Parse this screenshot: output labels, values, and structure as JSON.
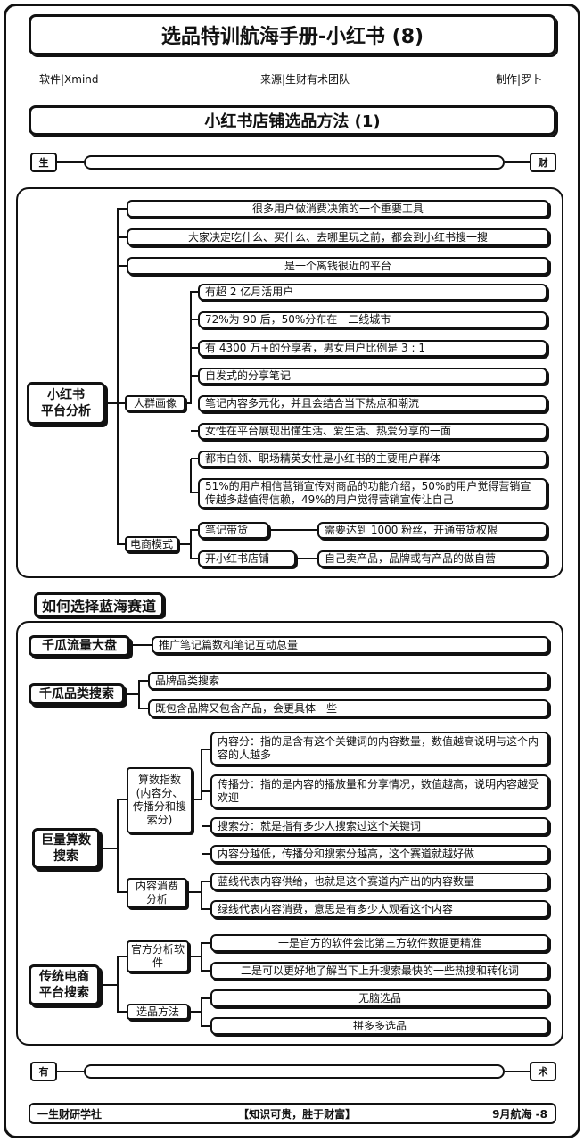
{
  "header": {
    "title": "选品特训航海手册-小红书 (8)",
    "software": "软件|Xmind",
    "source": "来源|生财有术团队",
    "author": "制作|罗卜"
  },
  "section1": {
    "title": "小红书店铺选品方法 (1)",
    "left_badge": "生",
    "right_badge": "财",
    "main_node": "小红书\n平台分析",
    "top_items": [
      "很多用户做消费决策的一个重要工具",
      "大家决定吃什么、买什么、去哪里玩之前，都会到小红书搜一搜",
      "是一个离钱很近的平台"
    ],
    "persona_label": "人群画像",
    "persona_items": [
      "有超 2 亿月活用户",
      "72%为 90 后，50%分布在一二线城市",
      "有 4300 万+的分享者，男女用户比例是 3 : 1",
      "自发式的分享笔记",
      "笔记内容多元化，并且会结合当下热点和潮流",
      "女性在平台展现出懂生活、爱生活、热爱分享的一面",
      "都市白领、职场精英女性是小红书的主要用户群体",
      "51%的用户相信营销宣传对商品的功能介绍，50%的用户觉得营销宣传越多越值得信赖，49%的用户觉得营销宣传让自己"
    ],
    "ecommerce_label": "电商模式",
    "ecommerce_items": [
      {
        "name": "笔记带货",
        "desc": "需要达到 1000 粉丝，开通带货权限"
      },
      {
        "name": "开小红书店铺",
        "desc": "自己卖产品，品牌或有产品的做自营"
      }
    ]
  },
  "section2": {
    "tag": "如何选择蓝海赛道",
    "gua1_label": "千瓜流量大盘",
    "gua1_item": "推广笔记篇数和笔记互动总量",
    "gua2_label": "千瓜品类搜索",
    "gua2_items": [
      "品牌品类搜索",
      "既包含品牌又包含产品，会更具体一些"
    ],
    "juliang_label": "巨量算数\n搜索",
    "suanshu_label": "算数指数 (内容分、传播分和搜索分)",
    "suanshu_items": [
      "内容分：指的是含有这个关键词的内容数量，数值越高说明与这个内容的人越多",
      "传播分：指的是内容的播放量和分享情况，数值越高，说明内容越受欢迎",
      "搜索分：就是指有多少人搜索过这个关键词",
      "内容分越低，传播分和搜索分越高，这个赛道就越好做"
    ],
    "content_label": "内容消费分析",
    "content_items": [
      "蓝线代表内容供给，也就是这个赛道内产出的内容数量",
      "绿线代表内容消费，意思是有多少人观看这个内容"
    ],
    "traditional_label": "传统电商\n平台搜索",
    "official_label": "官方分析软件",
    "official_items": [
      "一是官方的软件会比第三方软件数据更精准",
      "二是可以更好地了解当下上升搜索最快的一些热搜和转化词"
    ],
    "method_label": "选品方法",
    "method_items": [
      "无脑选品",
      "拼多多选品"
    ]
  },
  "bottom_badges": {
    "left": "有",
    "right": "术"
  },
  "footer": {
    "left": "一生财研学社",
    "center": "【知识可贵，胜于财富】",
    "right": "9月航海 -8"
  }
}
